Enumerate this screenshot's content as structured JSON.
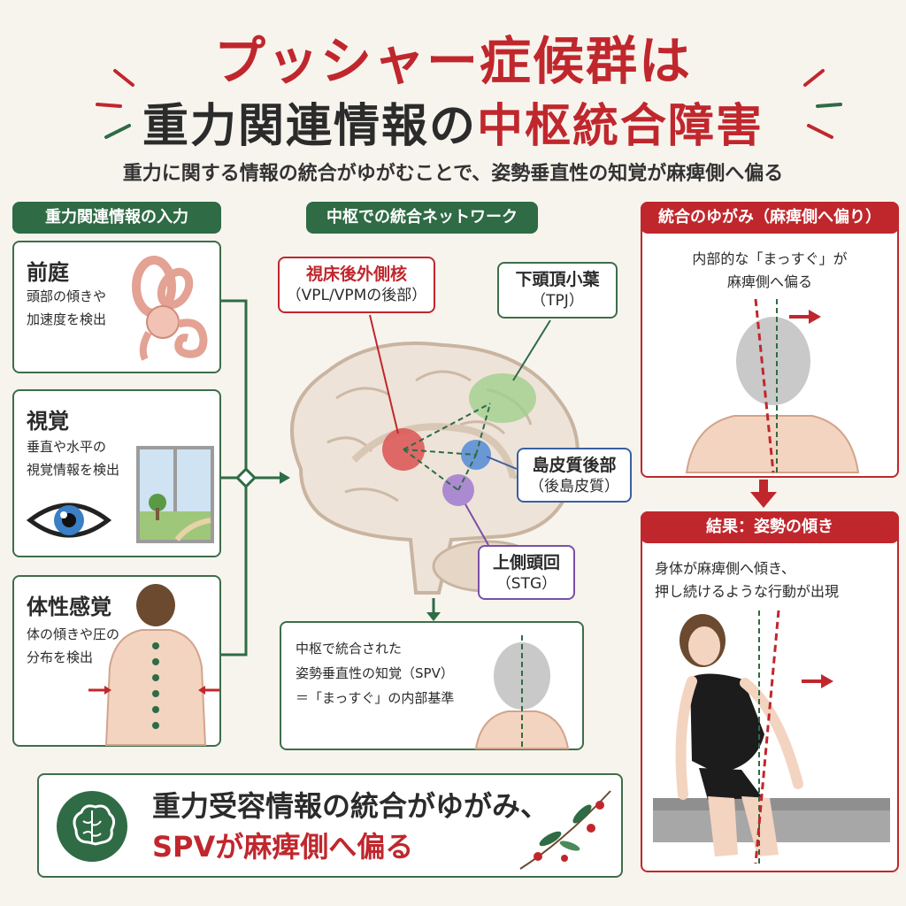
{
  "title": {
    "line1": "プッシャー症候群は",
    "line2_prefix": "重力関連情報の",
    "line2_highlight": "中枢統合障害"
  },
  "subtitle": "重力に関する情報の統合がゆがむことで、姿勢垂直性の知覚が麻痺側へ偏る",
  "input": {
    "tag": "重力関連情報の入力",
    "vestibular": {
      "heading": "前庭",
      "line1": "頭部の傾きや",
      "line2": "加速度を検出"
    },
    "visual": {
      "heading": "視覚",
      "line1": "垂直や水平の",
      "line2": "視覚情報を検出"
    },
    "somatic": {
      "heading": "体性感覚",
      "line1": "体の傾きや圧の",
      "line2": "分布を検出"
    }
  },
  "network": {
    "tag": "中枢での統合ネットワーク",
    "thalamus": {
      "name": "視床後外側核",
      "sub": "（VPL/VPMの後部）"
    },
    "tpj": {
      "name": "下頭頂小葉",
      "sub": "（TPJ）"
    },
    "insula": {
      "name": "島皮質後部",
      "sub": "（後島皮質）"
    },
    "stg": {
      "name": "上側頭回",
      "sub": "（STG）"
    },
    "spv": {
      "line1": "中枢で統合された",
      "line2": "姿勢垂直性の知覚（SPV）",
      "line3": "＝「まっすぐ」の内部基準"
    }
  },
  "distortion": {
    "tag": "統合のゆがみ（麻痺側へ偏り）",
    "line1": "内部的な「まっすぐ」が",
    "line2": "麻痺側へ偏る"
  },
  "result": {
    "tag": "結果：姿勢の傾き",
    "line1": "身体が麻痺側へ傾き、",
    "line2": "押し続けるような行動が出現"
  },
  "summary": {
    "line1": "重力受容情報の統合がゆがみ、",
    "line2": "SPVが麻痺側へ偏る"
  },
  "icons": {
    "ear": "inner-ear-icon",
    "eye": "eye-icon",
    "window": "window-icon",
    "back": "back-torso-icon",
    "brain": "brain-icon",
    "head": "head-back-icon",
    "person": "leaning-person-icon",
    "berries": "berry-branch-icon"
  },
  "colors": {
    "red": "#c0272d",
    "green": "#2f6b45",
    "blue": "#3a5fa0",
    "purple": "#7a4fa8"
  }
}
